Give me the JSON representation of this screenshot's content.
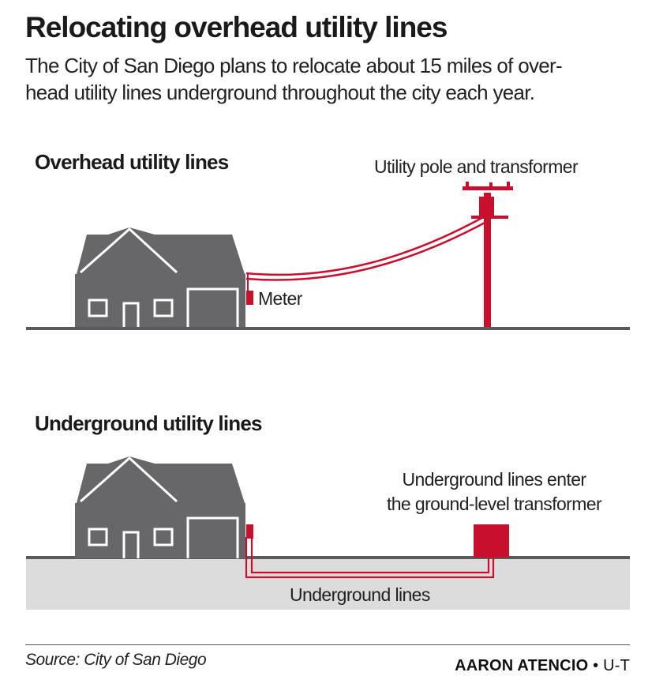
{
  "header": {
    "title": "Relocating overhead utility lines",
    "subtitle_lines": [
      "The City of San Diego plans to relocate about 15 miles of over-",
      "head utility lines underground throughout the city each year."
    ]
  },
  "overhead": {
    "title": "Overhead utility lines",
    "meter_label": "Meter",
    "pole_label": "Utility pole and transformer"
  },
  "underground": {
    "title": "Underground utility lines",
    "transformer_label_lines": [
      "Underground lines enter",
      "the ground-level transformer"
    ],
    "lines_label": "Underground lines"
  },
  "footer": {
    "source": "Source: City of San Diego",
    "author": "AARON ATENCIO",
    "separator": "•",
    "outlet": "U-T"
  },
  "colors": {
    "house": "#67676a",
    "accent": "#c8102e",
    "ground": "#5a5a5a",
    "soil": "#dcdcdc"
  }
}
